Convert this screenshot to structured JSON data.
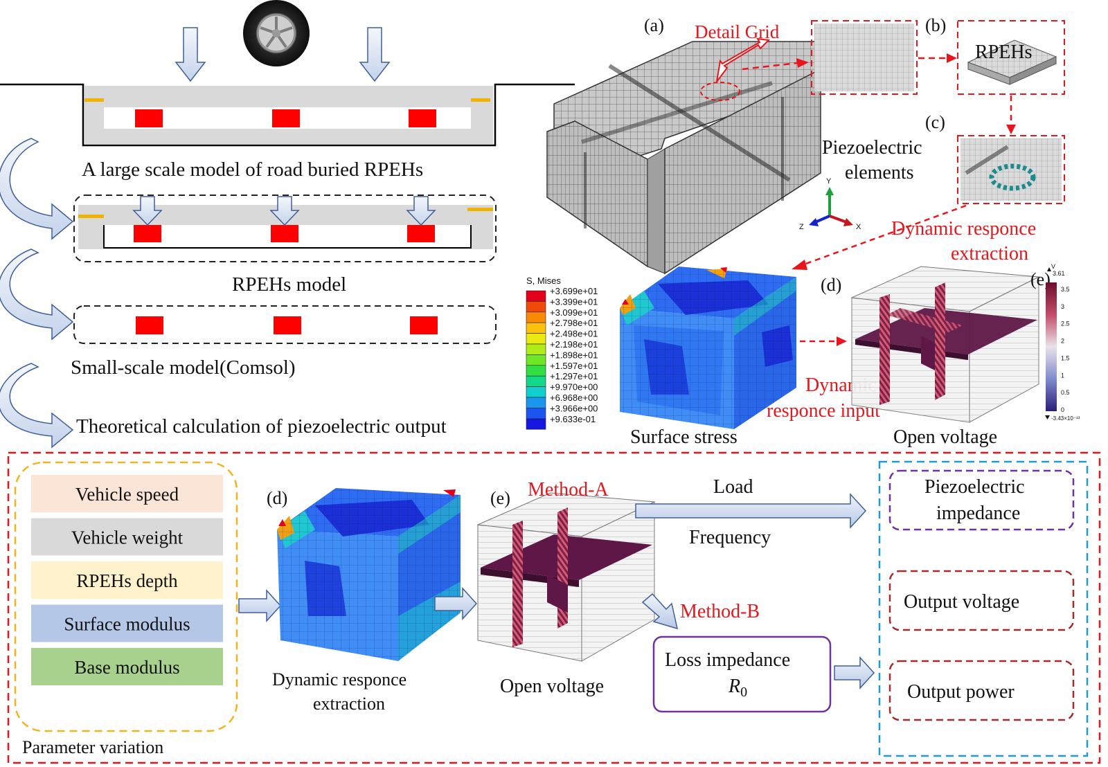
{
  "top_left": {
    "large_model_caption": "A large scale model of road buried RPEHs",
    "rpehs_model_caption": "RPEHs model",
    "small_model_caption": "Small-scale model(Comsol)",
    "theory_caption": "Theoretical calculation of piezoelectric output"
  },
  "top_right": {
    "label_a": "(a)",
    "label_b": "(b)",
    "label_c": "(c)",
    "label_d": "(d)",
    "label_e": "(e)",
    "detail_grid": "Detail Grid",
    "rpehs_box": "RPEHs",
    "piezo_line1": "Piezoelectric",
    "piezo_line2": "elements",
    "axis_y": "Y",
    "axis_z": "Z",
    "axis_x": "X",
    "dyn_extract_line1": "Dynamic responce",
    "dyn_extract_line2": "extraction",
    "dyn_input_line1": "Dynamic",
    "dyn_input_line2": "responce input",
    "surface_stress": "Surface stress",
    "open_voltage": "Open voltage",
    "legend_title": "S, Mises",
    "legend_values": [
      "+3.699e+01",
      "+3.399e+01",
      "+3.099e+01",
      "+2.798e+01",
      "+2.498e+01",
      "+2.198e+01",
      "+1.898e+01",
      "+1.597e+01",
      "+1.297e+01",
      "+9.970e+00",
      "+6.968e+00",
      "+3.966e+00",
      "+9.633e-01"
    ],
    "legend_colors": [
      "#e3001b",
      "#f04a0a",
      "#f98a06",
      "#fbc10b",
      "#e8ea12",
      "#b2ec18",
      "#6ee726",
      "#31df42",
      "#14d889",
      "#10cfcf",
      "#1a96ee",
      "#1d55f0",
      "#1516e0"
    ],
    "voltage_bar_top": "3.61",
    "voltage_bar_unit": "V",
    "voltage_bar_bottom": "-3.43×10⁻¹³",
    "voltage_ticks": [
      "3.5",
      "3",
      "2.5",
      "2",
      "1.5",
      "1",
      "0.5",
      "0"
    ]
  },
  "bottom": {
    "params": [
      {
        "label": "Vehicle speed",
        "color": "#fbe5d6"
      },
      {
        "label": "Vehicle weight",
        "color": "#d9d9d9"
      },
      {
        "label": "RPEHs depth",
        "color": "#fff2cc"
      },
      {
        "label": "Surface modulus",
        "color": "#b4c7e7"
      },
      {
        "label": "Base modulus",
        "color": "#a9d18e"
      }
    ],
    "param_caption": "Parameter variation",
    "label_d": "(d)",
    "label_e": "(e)",
    "dyn_caption_line1": "Dynamic responce",
    "dyn_caption_line2": "extraction",
    "open_voltage": "Open voltage",
    "method_a": "Method-A",
    "method_b": "Method-B",
    "load": "Load",
    "frequency": "Frequency",
    "piezo_imp_line1": "Piezoelectric",
    "piezo_imp_line2": "impedance",
    "output_voltage": "Output voltage",
    "output_power": "Output power",
    "loss_line1": "Loss impedance",
    "loss_line2": "R",
    "loss_sub": "0"
  }
}
